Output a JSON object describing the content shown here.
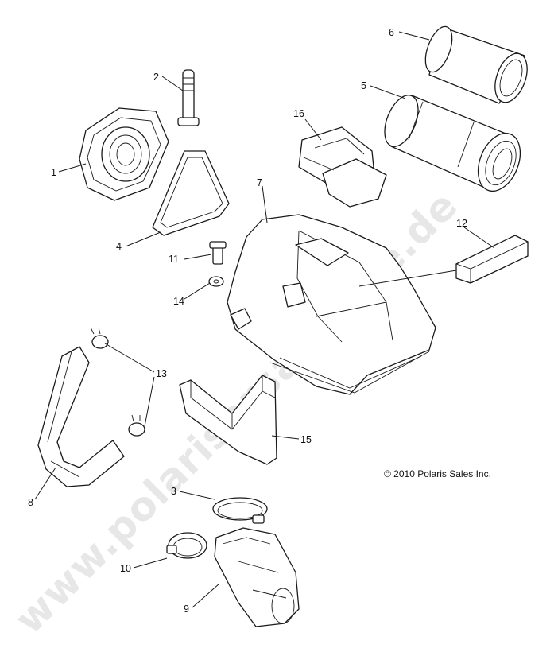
{
  "watermark": "www.polarisersatzteile.de",
  "copyright": "© 2010 Polaris Sales Inc.",
  "callouts": [
    "1",
    "2",
    "3",
    "4",
    "5",
    "6",
    "7",
    "8",
    "9",
    "10",
    "11",
    "12",
    "13",
    "14",
    "15",
    "16"
  ],
  "colors": {
    "line": "#1a1a1a",
    "watermark": "#d4d4d4",
    "background": "#ffffff"
  }
}
